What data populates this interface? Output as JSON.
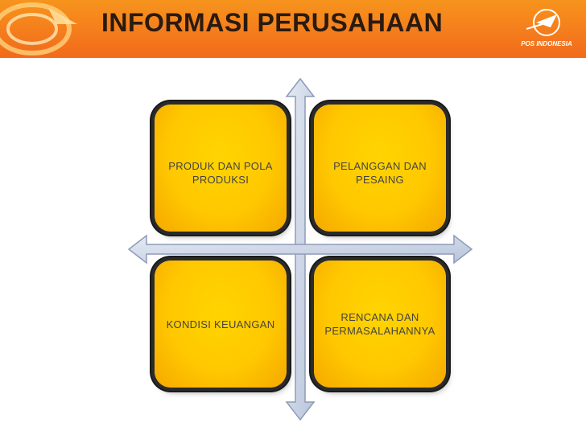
{
  "header": {
    "title": "INFORMASI PERUSAHAAN",
    "logo_text": "POS INDONESIA"
  },
  "boxes": [
    {
      "label": "PRODUK DAN POLA PRODUKSI"
    },
    {
      "label": "PELANGGAN DAN PESAING"
    },
    {
      "label": "KONDISI KEUANGAN"
    },
    {
      "label": "RENCANA DAN PERMASALAHANNYA"
    }
  ],
  "colors": {
    "header": "#f37f1c",
    "box": "#ffc800",
    "arrow": "#c9d3e6"
  }
}
